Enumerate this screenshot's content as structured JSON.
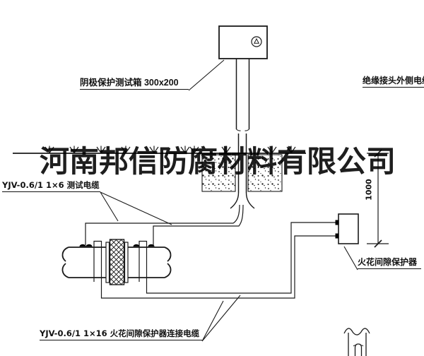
{
  "watermark": {
    "text": "河南邦信防腐材料有限公司"
  },
  "labels": {
    "test_box": {
      "text": "阴极保护测试箱 300x200"
    },
    "insulating_joint_cable": {
      "text": "绝缘接头外侧电缆"
    },
    "test_cable": {
      "text": "YJV-0.6/1  1×6  测试电缆"
    },
    "spark_gap_protector": {
      "text": "火花间隙保护器"
    },
    "spark_gap_cable": {
      "text": "YJV-0.6/1  1×16  火花间隙保护器连接电缆"
    },
    "dimension": {
      "value": "1000"
    }
  },
  "symbols": {
    "test_box_indicator": "circle-triangle-icon",
    "ground_surface": "crow-foot-hatch-marks",
    "insulating_joint": "crosshatch-flange",
    "foundation": "concrete-stipple-blocks",
    "pipe_ends": "s-curve-break",
    "weld_points": "black-dome-dots"
  },
  "colors": {
    "line": "#1a1a1a",
    "background": "#ffffff",
    "watermark": "#000000"
  }
}
